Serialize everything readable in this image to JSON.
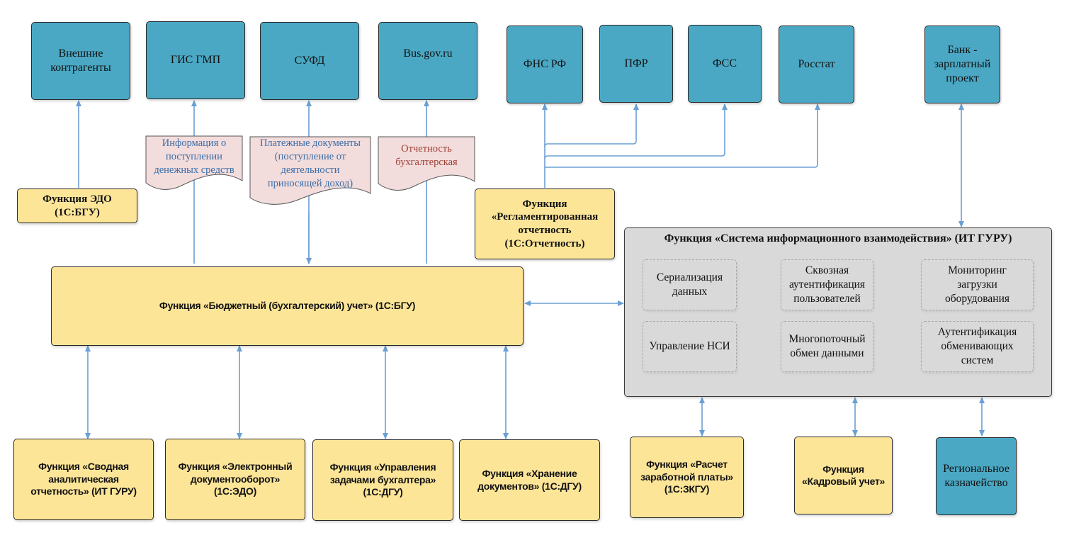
{
  "external_systems": {
    "vneshnie": "Внешние контрагенты",
    "gis_gmp": "ГИС ГМП",
    "sufd": "СУФД",
    "busgov": "Bus.gov.ru",
    "fns": "ФНС РФ",
    "pfr": "ПФР",
    "fss": "ФСС",
    "rosstat": "Росстат",
    "bank": "Банк - зарплатный проект",
    "treasury": "Региональное казначейство"
  },
  "documents": {
    "gis_info": "Информация о поступлении денежных средств",
    "payments": "Платежные документы (поступление от деятельности приносящей доход)",
    "reporting": "Отчетность бухгалтерская"
  },
  "functions": {
    "edo_bgu": "Функция ЭДО (1С:БГУ)",
    "reglament": "Функция «Регламентированная отчетность (1С:Отчетность)",
    "budget": "Функция «Бюджетный (бухгалтерский) учет» (1С:БГУ)",
    "svod": "Функция «Сводная аналитическая отчетность» (ИТ ГУРУ)",
    "edoc": "Функция «Электронный документооборот» (1С:ЭДО)",
    "tasks": "Функция «Управления задачами бухгалтера» (1С:ДГУ)",
    "storage": "Функция «Хранение документов» (1С:ДГУ)",
    "payroll": "Функция «Расчет заработной платы» (1С:ЗКГУ)",
    "hr": "Функция «Кадровый учет»"
  },
  "integration": {
    "title": "Функция «Система информационного взаимодействия» (ИТ ГУРУ)",
    "modules": [
      "Сериализация данных",
      "Сквозная аутентификация пользователей",
      "Мониторинг загрузки оборудования",
      "Управление НСИ",
      "Многопоточный обмен данными",
      "Аутентификация обменивающих систем"
    ]
  },
  "colors": {
    "external": "#4aa8c4",
    "function": "#fde598",
    "document": "#f2dcdc",
    "integration": "#d9d9d9",
    "connector": "#6a9fd4"
  }
}
